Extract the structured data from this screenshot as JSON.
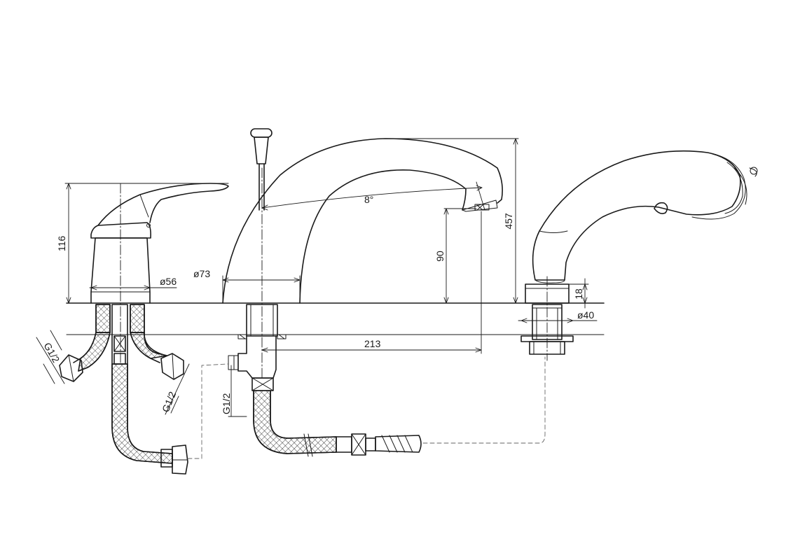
{
  "dimensions": {
    "lever_height": "116",
    "lever_base_dia": "ø56",
    "spout_base_dia": "ø73",
    "spout_angle": "8°",
    "spout_clearance": "90",
    "total_height": "457",
    "spout_reach": "213",
    "shower_base_height": "18",
    "shower_base_dia": "ø40",
    "thread_left_top": "G1/2",
    "thread_left_bottom": "G1/2",
    "thread_center": "G1/2"
  },
  "colors": {
    "line": "#1a1a1a",
    "background": "#ffffff"
  }
}
